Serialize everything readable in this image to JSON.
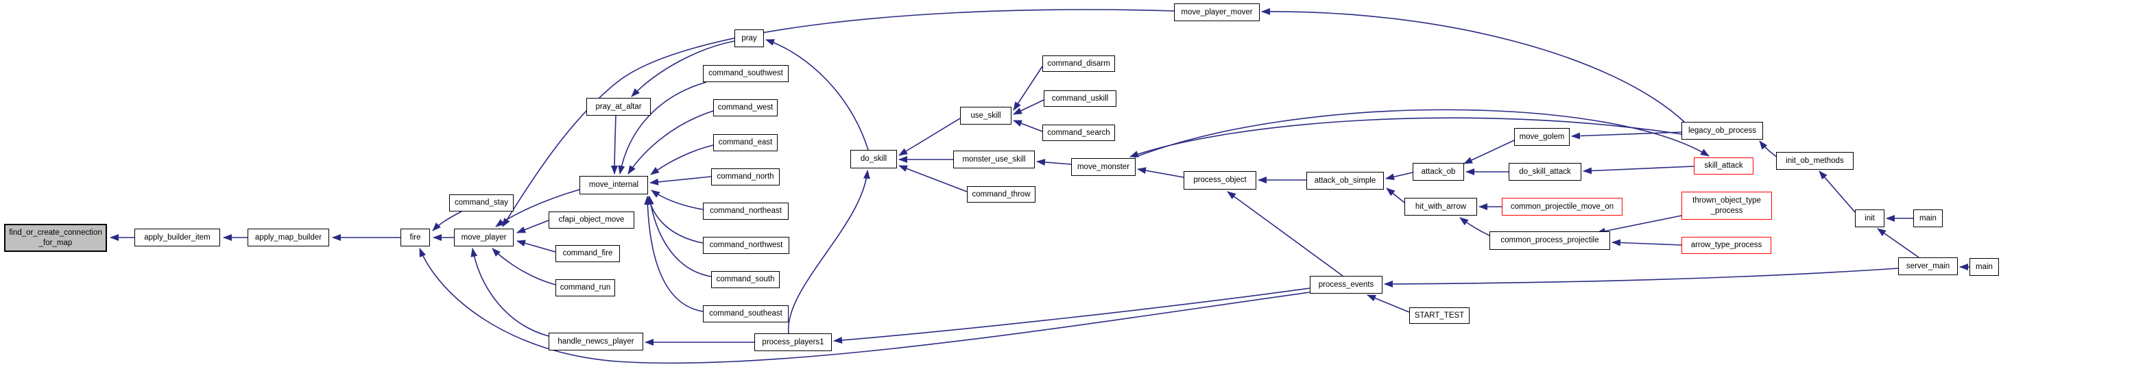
{
  "diagram_type": "doxygen-caller-graph",
  "colors": {
    "background": "#ffffff",
    "edge": "#2a2a84",
    "node_border": "#000000",
    "node_fill": "#ffffff",
    "root_fill": "#bfbfbf",
    "truncated_border": "#ff0000",
    "text": "#000000"
  },
  "graph": {
    "nodes": [
      {
        "id": "find_or_create_connection_for_map",
        "label": "find_or_create_connection\n_for_map",
        "type": "root"
      },
      {
        "id": "apply_builder_item",
        "label": "apply_builder_item",
        "type": "normal"
      },
      {
        "id": "apply_map_builder",
        "label": "apply_map_builder",
        "type": "normal"
      },
      {
        "id": "fire",
        "label": "fire",
        "type": "normal"
      },
      {
        "id": "move_player",
        "label": "move_player",
        "type": "normal"
      },
      {
        "id": "command_stay",
        "label": "command_stay",
        "type": "normal"
      },
      {
        "id": "move_internal",
        "label": "move_internal",
        "type": "normal"
      },
      {
        "id": "cfapi_object_move",
        "label": "cfapi_object_move",
        "type": "normal"
      },
      {
        "id": "command_fire",
        "label": "command_fire",
        "type": "normal"
      },
      {
        "id": "command_run",
        "label": "command_run",
        "type": "normal"
      },
      {
        "id": "handle_newcs_player",
        "label": "handle_newcs_player",
        "type": "normal"
      },
      {
        "id": "pray_at_altar",
        "label": "pray_at_altar",
        "type": "normal"
      },
      {
        "id": "pray",
        "label": "pray",
        "type": "normal"
      },
      {
        "id": "command_southwest",
        "label": "command_southwest",
        "type": "normal"
      },
      {
        "id": "command_west",
        "label": "command_west",
        "type": "normal"
      },
      {
        "id": "command_east",
        "label": "command_east",
        "type": "normal"
      },
      {
        "id": "command_north",
        "label": "command_north",
        "type": "normal"
      },
      {
        "id": "command_northeast",
        "label": "command_northeast",
        "type": "normal"
      },
      {
        "id": "command_northwest",
        "label": "command_northwest",
        "type": "normal"
      },
      {
        "id": "command_south",
        "label": "command_south",
        "type": "normal"
      },
      {
        "id": "command_southeast",
        "label": "command_southeast",
        "type": "normal"
      },
      {
        "id": "do_skill",
        "label": "do_skill",
        "type": "normal"
      },
      {
        "id": "use_skill",
        "label": "use_skill",
        "type": "normal"
      },
      {
        "id": "command_disarm",
        "label": "command_disarm",
        "type": "normal"
      },
      {
        "id": "command_uskill",
        "label": "command_uskill",
        "type": "normal"
      },
      {
        "id": "command_search",
        "label": "command_search",
        "type": "normal"
      },
      {
        "id": "monster_use_skill",
        "label": "monster_use_skill",
        "type": "normal"
      },
      {
        "id": "command_throw",
        "label": "command_throw",
        "type": "normal"
      },
      {
        "id": "move_monster",
        "label": "move_monster",
        "type": "normal"
      },
      {
        "id": "process_object",
        "label": "process_object",
        "type": "normal"
      },
      {
        "id": "attack_ob_simple",
        "label": "attack_ob_simple",
        "type": "normal"
      },
      {
        "id": "attack_ob",
        "label": "attack_ob",
        "type": "normal"
      },
      {
        "id": "hit_with_arrow",
        "label": "hit_with_arrow",
        "type": "normal"
      },
      {
        "id": "move_golem",
        "label": "move_golem",
        "type": "normal"
      },
      {
        "id": "do_skill_attack",
        "label": "do_skill_attack",
        "type": "normal"
      },
      {
        "id": "skill_attack",
        "label": "skill_attack",
        "type": "truncated"
      },
      {
        "id": "common_projectile_move_on",
        "label": "common_projectile_move_on",
        "type": "truncated"
      },
      {
        "id": "common_process_projectile",
        "label": "common_process_projectile",
        "type": "normal"
      },
      {
        "id": "thrown_object_type_process",
        "label": "thrown_object_type\n_process",
        "type": "truncated"
      },
      {
        "id": "arrow_type_process",
        "label": "arrow_type_process",
        "type": "truncated"
      },
      {
        "id": "legacy_ob_process",
        "label": "legacy_ob_process",
        "type": "normal"
      },
      {
        "id": "init_ob_methods",
        "label": "init_ob_methods",
        "type": "normal"
      },
      {
        "id": "init",
        "label": "init",
        "type": "normal"
      },
      {
        "id": "main_init",
        "label": "main",
        "type": "normal"
      },
      {
        "id": "server_main",
        "label": "server_main",
        "type": "normal"
      },
      {
        "id": "main_server",
        "label": "main",
        "type": "normal"
      },
      {
        "id": "move_player_mover",
        "label": "move_player_mover",
        "type": "normal"
      },
      {
        "id": "process_events",
        "label": "process_events",
        "type": "normal"
      },
      {
        "id": "START_TEST",
        "label": "START_TEST",
        "type": "normal"
      },
      {
        "id": "process_players1",
        "label": "process_players1",
        "type": "normal"
      }
    ],
    "edges": [
      {
        "from": "apply_builder_item",
        "to": "find_or_create_connection_for_map"
      },
      {
        "from": "apply_map_builder",
        "to": "apply_builder_item"
      },
      {
        "from": "fire",
        "to": "apply_map_builder"
      },
      {
        "from": "move_player",
        "to": "fire"
      },
      {
        "from": "command_stay",
        "to": "fire"
      },
      {
        "from": "process_events",
        "to": "fire"
      },
      {
        "from": "move_internal",
        "to": "move_player"
      },
      {
        "from": "cfapi_object_move",
        "to": "move_player"
      },
      {
        "from": "command_fire",
        "to": "move_player"
      },
      {
        "from": "command_run",
        "to": "move_player"
      },
      {
        "from": "handle_newcs_player",
        "to": "move_player"
      },
      {
        "from": "move_player_mover",
        "to": "move_player"
      },
      {
        "from": "pray_at_altar",
        "to": "move_internal"
      },
      {
        "from": "command_southwest",
        "to": "move_internal"
      },
      {
        "from": "command_west",
        "to": "move_internal"
      },
      {
        "from": "command_east",
        "to": "move_internal"
      },
      {
        "from": "command_north",
        "to": "move_internal"
      },
      {
        "from": "command_northeast",
        "to": "move_internal"
      },
      {
        "from": "command_northwest",
        "to": "move_internal"
      },
      {
        "from": "command_south",
        "to": "move_internal"
      },
      {
        "from": "command_southeast",
        "to": "move_internal"
      },
      {
        "from": "pray",
        "to": "pray_at_altar"
      },
      {
        "from": "do_skill",
        "to": "pray"
      },
      {
        "from": "use_skill",
        "to": "do_skill"
      },
      {
        "from": "monster_use_skill",
        "to": "do_skill"
      },
      {
        "from": "command_throw",
        "to": "do_skill"
      },
      {
        "from": "process_players1",
        "to": "do_skill"
      },
      {
        "from": "command_disarm",
        "to": "use_skill"
      },
      {
        "from": "command_uskill",
        "to": "use_skill"
      },
      {
        "from": "command_search",
        "to": "use_skill"
      },
      {
        "from": "move_monster",
        "to": "monster_use_skill"
      },
      {
        "from": "process_object",
        "to": "move_monster"
      },
      {
        "from": "legacy_ob_process",
        "to": "move_monster"
      },
      {
        "from": "attack_ob_simple",
        "to": "process_object"
      },
      {
        "from": "process_events",
        "to": "process_object"
      },
      {
        "from": "attack_ob",
        "to": "attack_ob_simple"
      },
      {
        "from": "hit_with_arrow",
        "to": "attack_ob_simple"
      },
      {
        "from": "move_golem",
        "to": "attack_ob"
      },
      {
        "from": "do_skill_attack",
        "to": "attack_ob"
      },
      {
        "from": "skill_attack",
        "to": "do_skill_attack"
      },
      {
        "from": "move_monster",
        "to": "skill_attack"
      },
      {
        "from": "common_projectile_move_on",
        "to": "hit_with_arrow"
      },
      {
        "from": "common_process_projectile",
        "to": "hit_with_arrow"
      },
      {
        "from": "thrown_object_type_process",
        "to": "common_process_projectile"
      },
      {
        "from": "arrow_type_process",
        "to": "common_process_projectile"
      },
      {
        "from": "legacy_ob_process",
        "to": "move_golem"
      },
      {
        "from": "legacy_ob_process",
        "to": "move_player_mover"
      },
      {
        "from": "init_ob_methods",
        "to": "legacy_ob_process"
      },
      {
        "from": "init",
        "to": "init_ob_methods"
      },
      {
        "from": "main_init",
        "to": "init"
      },
      {
        "from": "server_main",
        "to": "init"
      },
      {
        "from": "main_server",
        "to": "server_main"
      },
      {
        "from": "server_main",
        "to": "process_events"
      },
      {
        "from": "START_TEST",
        "to": "process_events"
      },
      {
        "from": "process_events",
        "to": "process_players1"
      },
      {
        "from": "process_players1",
        "to": "handle_newcs_player"
      }
    ]
  }
}
